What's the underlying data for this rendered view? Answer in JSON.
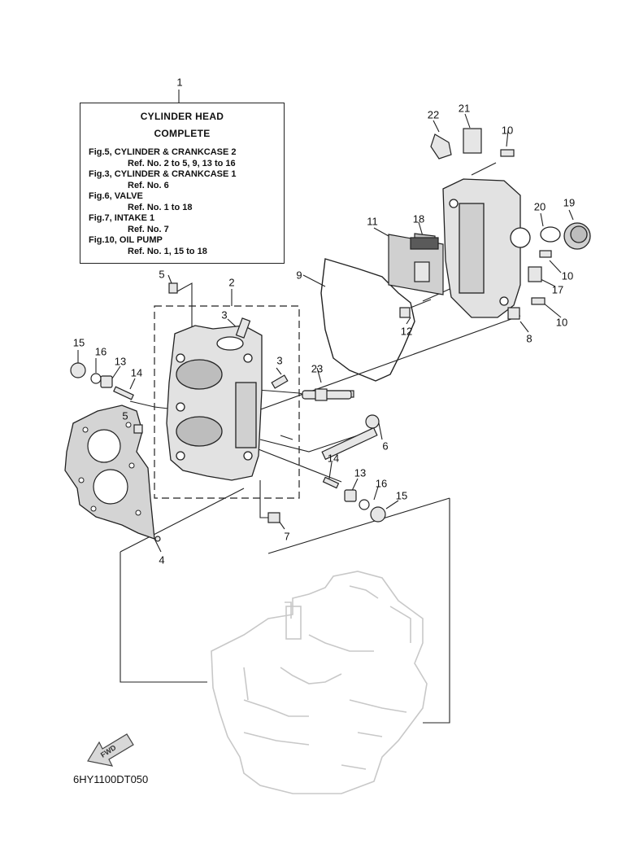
{
  "reference_box": {
    "title_line1": "CYLINDER  HEAD",
    "title_line2": "COMPLETE",
    "lines": [
      {
        "text": "Fig.5, CYLINDER & CRANKCASE 2",
        "sub": false
      },
      {
        "text": "Ref. No. 2 to 5, 9, 13 to 16",
        "sub": true
      },
      {
        "text": "Fig.3, CYLINDER & CRANKCASE 1",
        "sub": false
      },
      {
        "text": "Ref. No. 6",
        "sub": true
      },
      {
        "text": "Fig.6, VALVE",
        "sub": false
      },
      {
        "text": "Ref. No. 1 to 18",
        "sub": true
      },
      {
        "text": "Fig.7, INTAKE 1",
        "sub": false
      },
      {
        "text": "Ref. No. 7",
        "sub": true
      },
      {
        "text": "Fig.10, OIL PUMP",
        "sub": false
      },
      {
        "text": "Ref. No. 1, 15 to 18",
        "sub": true
      }
    ]
  },
  "callouts": [
    "1",
    "2",
    "3",
    "3",
    "4",
    "5",
    "5",
    "6",
    "7",
    "8",
    "9",
    "10",
    "10",
    "10",
    "11",
    "12",
    "13",
    "13",
    "14",
    "14",
    "15",
    "15",
    "16",
    "16",
    "17",
    "18",
    "19",
    "20",
    "21",
    "22",
    "23"
  ],
  "fwd_label": "FWD",
  "drawing_code": "6HY1100DT050",
  "colors": {
    "ink": "#111111",
    "ghost": "#c8c8c8",
    "part_fill": "#e2e2e2",
    "gasket_fill": "#d4d4d4"
  },
  "icons": [
    "fwd-arrow-icon"
  ]
}
